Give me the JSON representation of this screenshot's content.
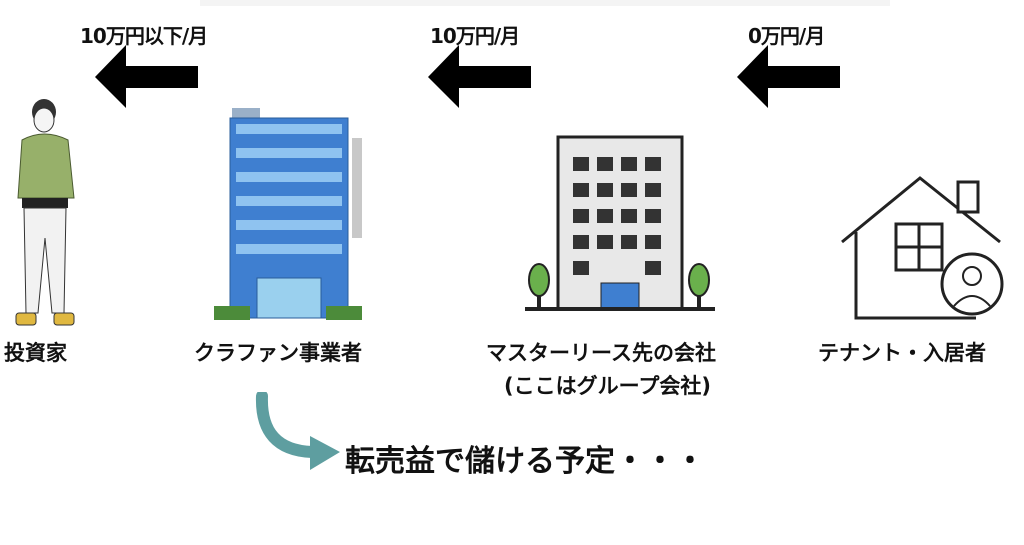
{
  "flows": [
    {
      "amount": "10万円以下/月"
    },
    {
      "amount": "10万円/月"
    },
    {
      "amount": "0万円/月"
    }
  ],
  "entities": {
    "investor": "投資家",
    "crowdfunding_operator": "クラファン事業者",
    "master_lease_company": "マスターリース先の会社",
    "master_lease_note": "(ここはグループ会社)",
    "tenant": "テナント・入居者"
  },
  "note": "転売益で儲ける予定・・・",
  "colors": {
    "arrow": "#000000",
    "curve_arrow": "#5e9ea0",
    "building_blue": "#3f7fd0"
  }
}
